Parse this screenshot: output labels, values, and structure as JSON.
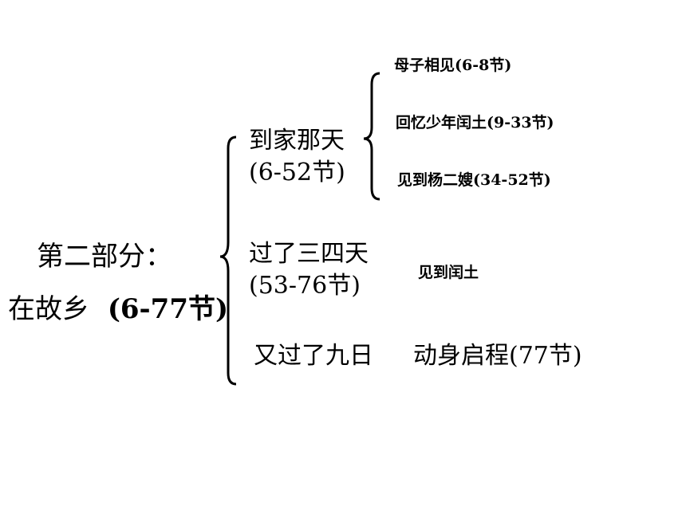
{
  "title_line1": "第二部分：",
  "title_line2": "在故乡",
  "title_range": "(6-77节)",
  "branches": [
    {
      "label": "到家那天",
      "range": "(6-52节)"
    },
    {
      "label": "过了三四天",
      "range": "(53-76节)"
    },
    {
      "label": "又过了九日",
      "range": "动身启程(77节)"
    }
  ],
  "sub_items": [
    "母子相见(6-8节)",
    "回忆少年闰土(9-33节)",
    "见到杨二嫂(34-52节)"
  ],
  "branch2_note": "见到闰土"
}
